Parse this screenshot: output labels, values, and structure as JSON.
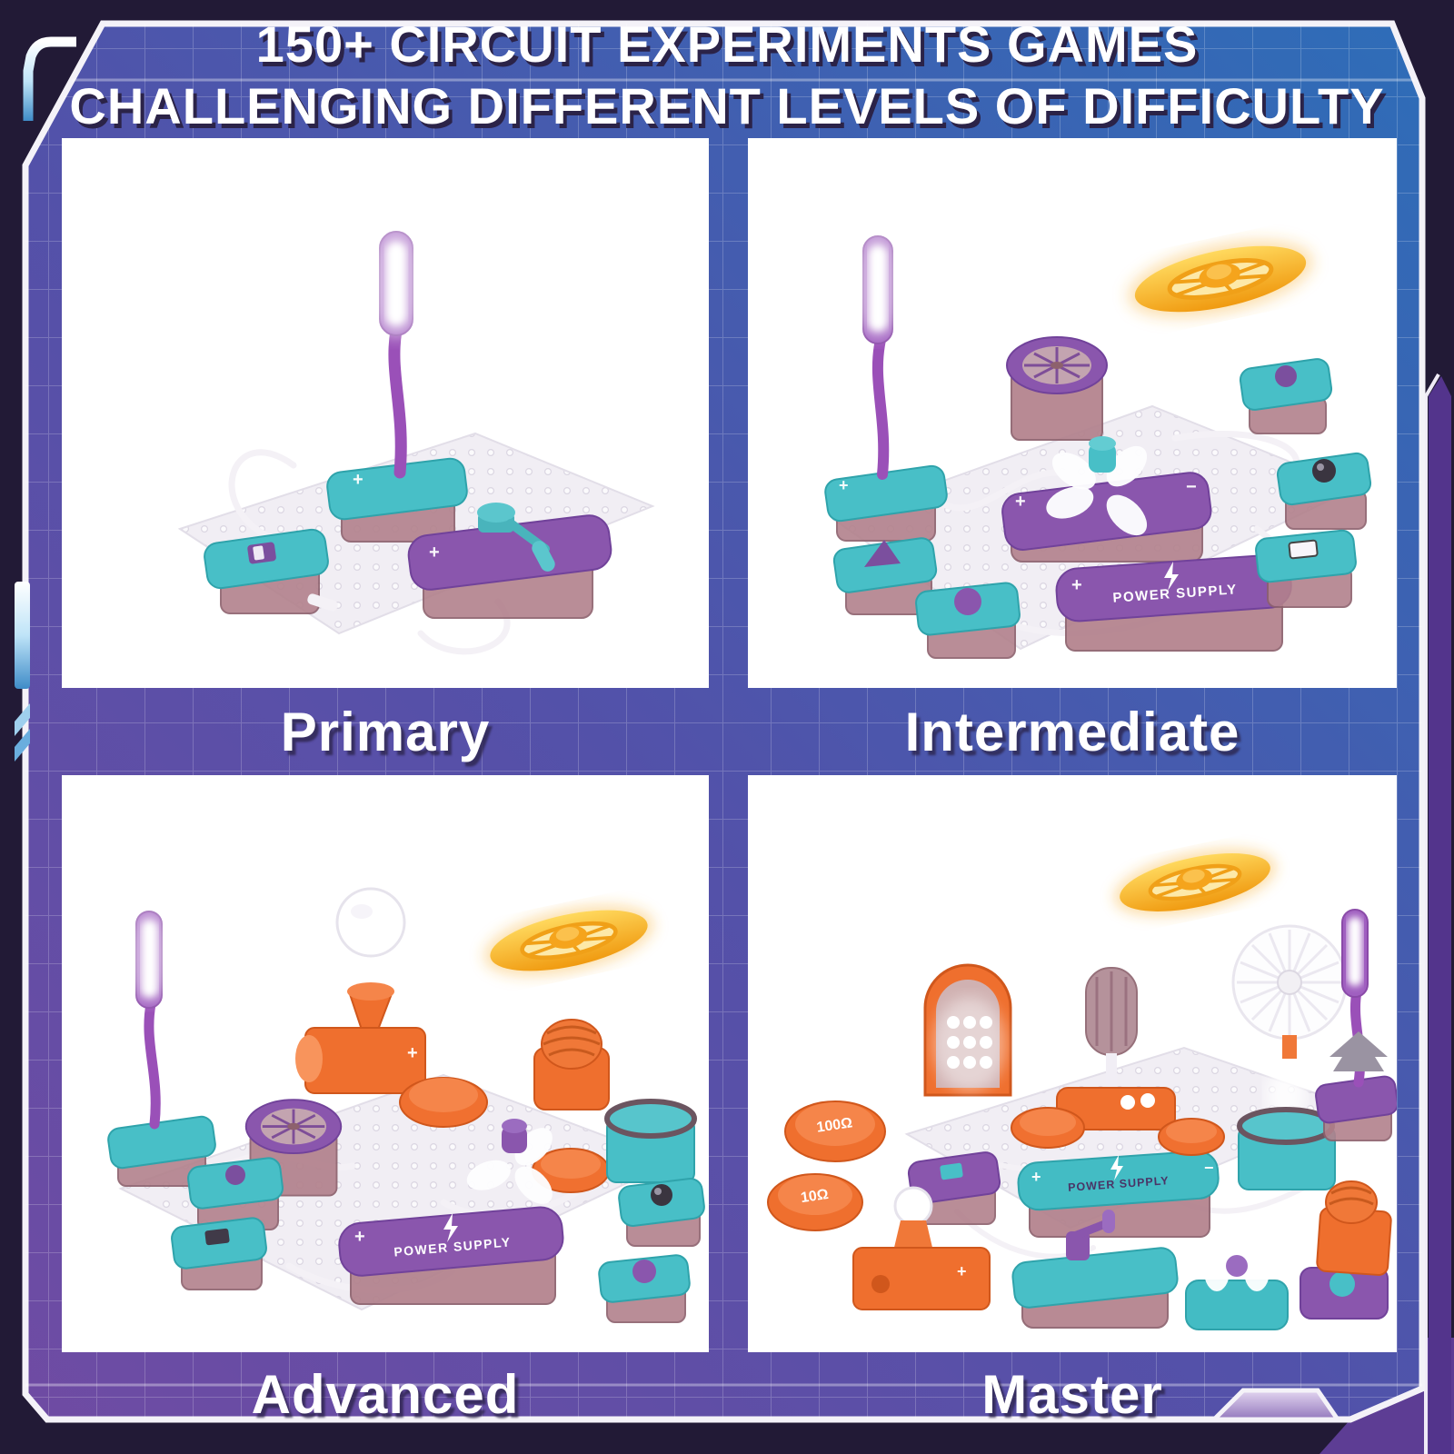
{
  "title": {
    "line1": "150+ CIRCUIT EXPERIMENTS GAMES",
    "line2": "CHALLENGING DIFFERENT LEVELS OF DIFFICULTY"
  },
  "panels": [
    {
      "id": "primary",
      "label": "Primary"
    },
    {
      "id": "intermediate",
      "label": "Intermediate"
    },
    {
      "id": "advanced",
      "label": "Advanced"
    },
    {
      "id": "master",
      "label": "Master"
    }
  ],
  "product_text": {
    "power_supply": "POWER SUPPLY",
    "resistor_100": "100Ω",
    "resistor_10": "10Ω",
    "plus": "+",
    "minus": "−"
  },
  "colors": {
    "frame_background": "#221a36",
    "grid_purple": "#6f4ba3",
    "grid_blue": "#2e6db8",
    "panel_white": "#ffffff",
    "module_teal": "#48bfc7",
    "module_purple": "#8a56ad",
    "module_orange": "#ef6f2e",
    "disc_orange": "#f5a41c",
    "label_text": "#ffffff"
  }
}
